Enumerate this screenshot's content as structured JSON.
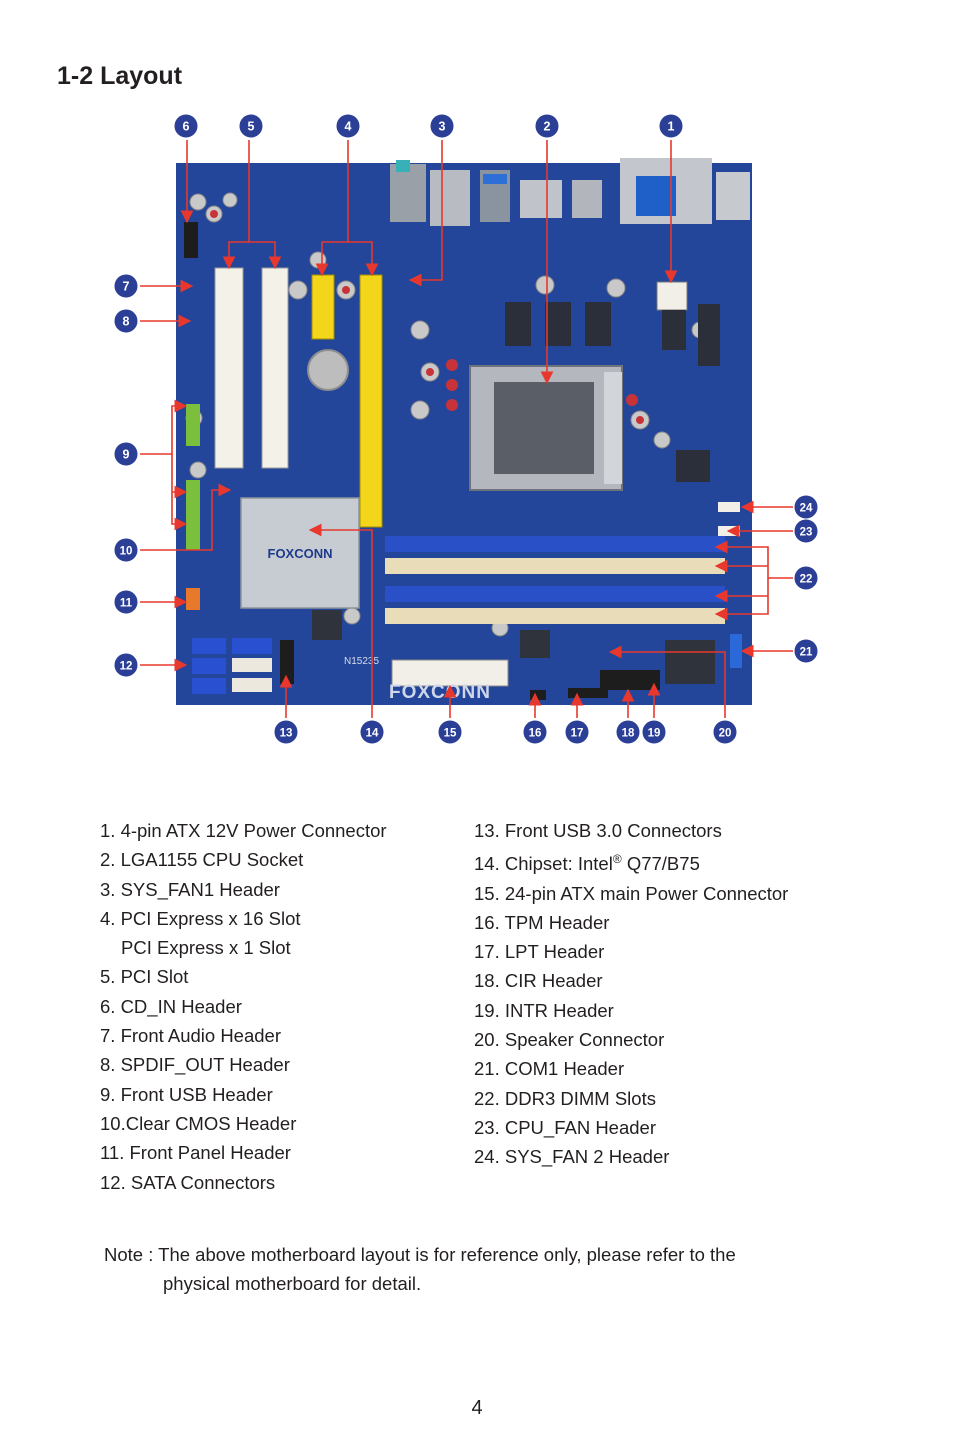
{
  "heading": "1-2 Layout",
  "colors": {
    "callout_marker": "#2b3f96",
    "callout_arrow": "#e8382d",
    "board": "#23459a"
  },
  "figure": {
    "board_label": "FOXCONN",
    "chipset_label": "FOXCONN",
    "board_code": "N15235",
    "callout_numbers": [
      "1",
      "2",
      "3",
      "4",
      "5",
      "6",
      "7",
      "8",
      "9",
      "10",
      "11",
      "12",
      "13",
      "14",
      "15",
      "16",
      "17",
      "18",
      "19",
      "20",
      "21",
      "22",
      "23",
      "24"
    ]
  },
  "components": {
    "left": [
      "1. 4-pin ATX 12V Power Connector",
      "2. LGA1155 CPU Socket",
      "3. SYS_FAN1 Header",
      "4. PCI Express x 16 Slot",
      "PCI Express x 1 Slot",
      "5. PCI Slot",
      "6. CD_IN Header",
      "7. Front Audio Header",
      "8. SPDIF_OUT Header",
      "9. Front USB Header",
      "10.Clear CMOS Header",
      "11. Front Panel Header",
      "12. SATA Connectors"
    ],
    "right": [
      "13.  Front USB 3.0 Connectors",
      "14. Chipset: Intel",
      "15. 24-pin ATX main Power Connector",
      "16. TPM Header",
      "17. LPT Header",
      "18. CIR Header",
      "19. INTR Header",
      "20. Speaker Connector",
      "21. COM1 Header",
      "22. DDR3 DIMM Slots",
      "23. CPU_FAN Header",
      "24. SYS_FAN 2 Header"
    ],
    "chipset_registered": "®",
    "chipset_models": " Q77/B75"
  },
  "note": {
    "line1": "Note : The above motherboard layout is for reference only, please refer to the",
    "line2": "physical  motherboard for detail."
  },
  "page_number": "4"
}
